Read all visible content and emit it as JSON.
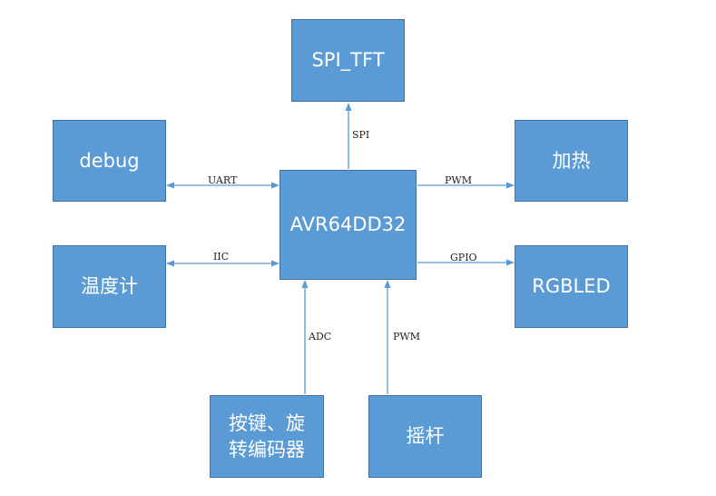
{
  "nodes": {
    "spi_tft": "SPI_TFT",
    "debug": "debug",
    "heater": "加热",
    "mcu": "AVR64DD32",
    "thermometer": "温度计",
    "rgbled": "RGBLED",
    "buttons_line1": "按键、旋",
    "buttons_line2": "转编码器",
    "joystick": "摇杆"
  },
  "edges": {
    "spi": "SPI",
    "uart": "UART",
    "pwm_heater": "PWM",
    "iic": "IIC",
    "gpio": "GPIO",
    "adc": "ADC",
    "pwm_joystick": "PWM"
  },
  "colors": {
    "box_fill": "#5b9bd5",
    "box_border": "#41719c",
    "arrow": "#5b9bd5"
  }
}
